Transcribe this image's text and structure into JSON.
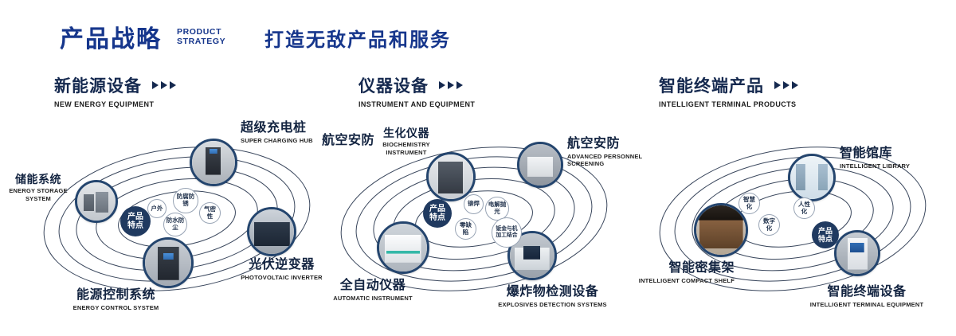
{
  "header": {
    "title_cn": "产品战略",
    "title_en_1": "PRODUCT",
    "title_en_2": "STRATEGY",
    "subtitle": "打造无敌产品和服务"
  },
  "badge": {
    "line1": "产品",
    "line2": "特点"
  },
  "icons": {
    "section_arrow": "triple-right-chevron"
  },
  "colors": {
    "accent_blue": "#16368c",
    "navy": "#203a60",
    "orbit_ring": "#3a475d"
  },
  "sections": [
    {
      "title_cn": "新能源设备",
      "title_en": "NEW ENERGY EQUIPMENT",
      "features": [
        "户外",
        "防腐防锈",
        "气密性",
        "防水防尘"
      ],
      "products": [
        {
          "cn": "储能系统",
          "en": "ENERGY STORAGE SYSTEM"
        },
        {
          "cn": "超级充电桩",
          "en": "SUPER CHARGING HUB"
        },
        {
          "cn": "光伏逆变器",
          "en": "PHOTOVOLTAIC INVERTER"
        },
        {
          "cn": "能源控制系统",
          "en": "ENERGY CONTROL SYSTEM"
        }
      ]
    },
    {
      "title_cn": "仪器设备",
      "title_en": "INSTRUMENT AND EQUIPMENT",
      "side_label": "航空安防",
      "features": [
        "铆焊",
        "电解抛光",
        "零缺陷",
        "钣金与机加工结合"
      ],
      "products": [
        {
          "cn": "生化仪器",
          "en": "BIOCHEMISTRY INSTRUMENT"
        },
        {
          "cn": "航空安防",
          "en": "ADVANCED PERSONNEL SCREENING"
        },
        {
          "cn": "全自动仪器",
          "en": "AUTOMATIC INSTRUMENT"
        },
        {
          "cn": "爆炸物检测设备",
          "en": "EXPLOSIVES DETECTION SYSTEMS"
        }
      ]
    },
    {
      "title_cn": "智能终端产品",
      "title_en": "INTELLIGENT TERMINAL PRODUCTS",
      "features": [
        "智慧化",
        "人性化",
        "数字化"
      ],
      "products": [
        {
          "cn": "智能馆库",
          "en": "INTELLIGENT LIBRARY"
        },
        {
          "cn": "智能密集架",
          "en": "INTELLIGENT COMPACT SHELF"
        },
        {
          "cn": "智能终端设备",
          "en": "INTELLIGENT TERMINAL EQUIPMENT"
        }
      ]
    }
  ]
}
